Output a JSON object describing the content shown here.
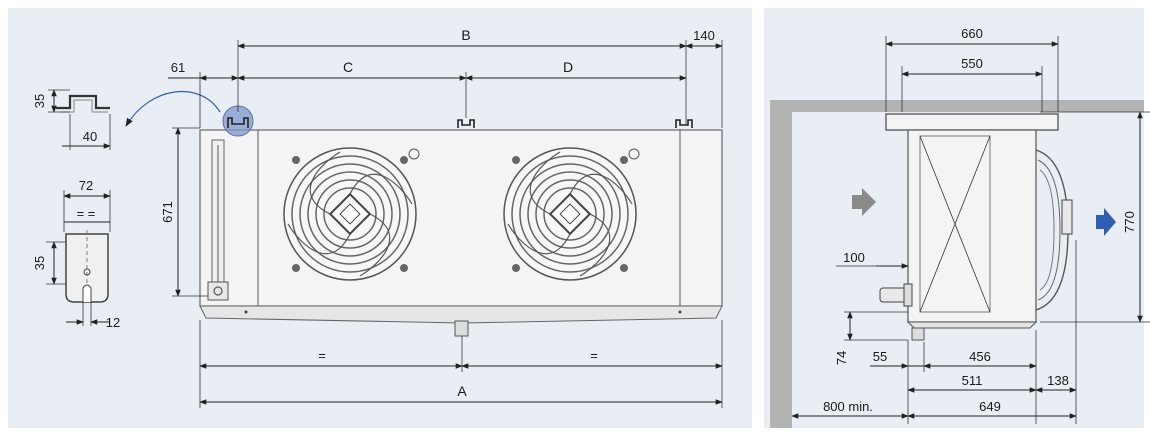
{
  "colors": {
    "panel_bg": "#e9eef5",
    "wall": "#b3b3b3",
    "unit_body": "#f4f4f4",
    "flow_arrow_in": "#8a8a8a",
    "flow_arrow_out": "#2f5fb3",
    "highlight": "#7e98c8"
  },
  "front_view": {
    "label_B": "B",
    "label_140": "140",
    "label_61": "61",
    "label_C": "C",
    "label_D": "D",
    "label_671": "671",
    "label_eq_left": "=",
    "label_eq_right": "=",
    "label_A": "A"
  },
  "rail_detail": {
    "label_35": "35",
    "label_40": "40"
  },
  "bracket_detail": {
    "label_72": "72",
    "label_eq": "= =",
    "label_35": "35",
    "label_12": "12"
  },
  "side_view": {
    "label_660": "660",
    "label_550": "550",
    "label_770": "770",
    "label_100": "100",
    "label_74": "74",
    "label_55": "55",
    "label_456": "456",
    "label_511": "511",
    "label_138": "138",
    "label_800min": "800 min.",
    "label_649": "649"
  },
  "icons": [
    "fan-icon",
    "airflow-arrow-icon",
    "mounting-bracket-icon",
    "rotate-arrow-icon"
  ]
}
